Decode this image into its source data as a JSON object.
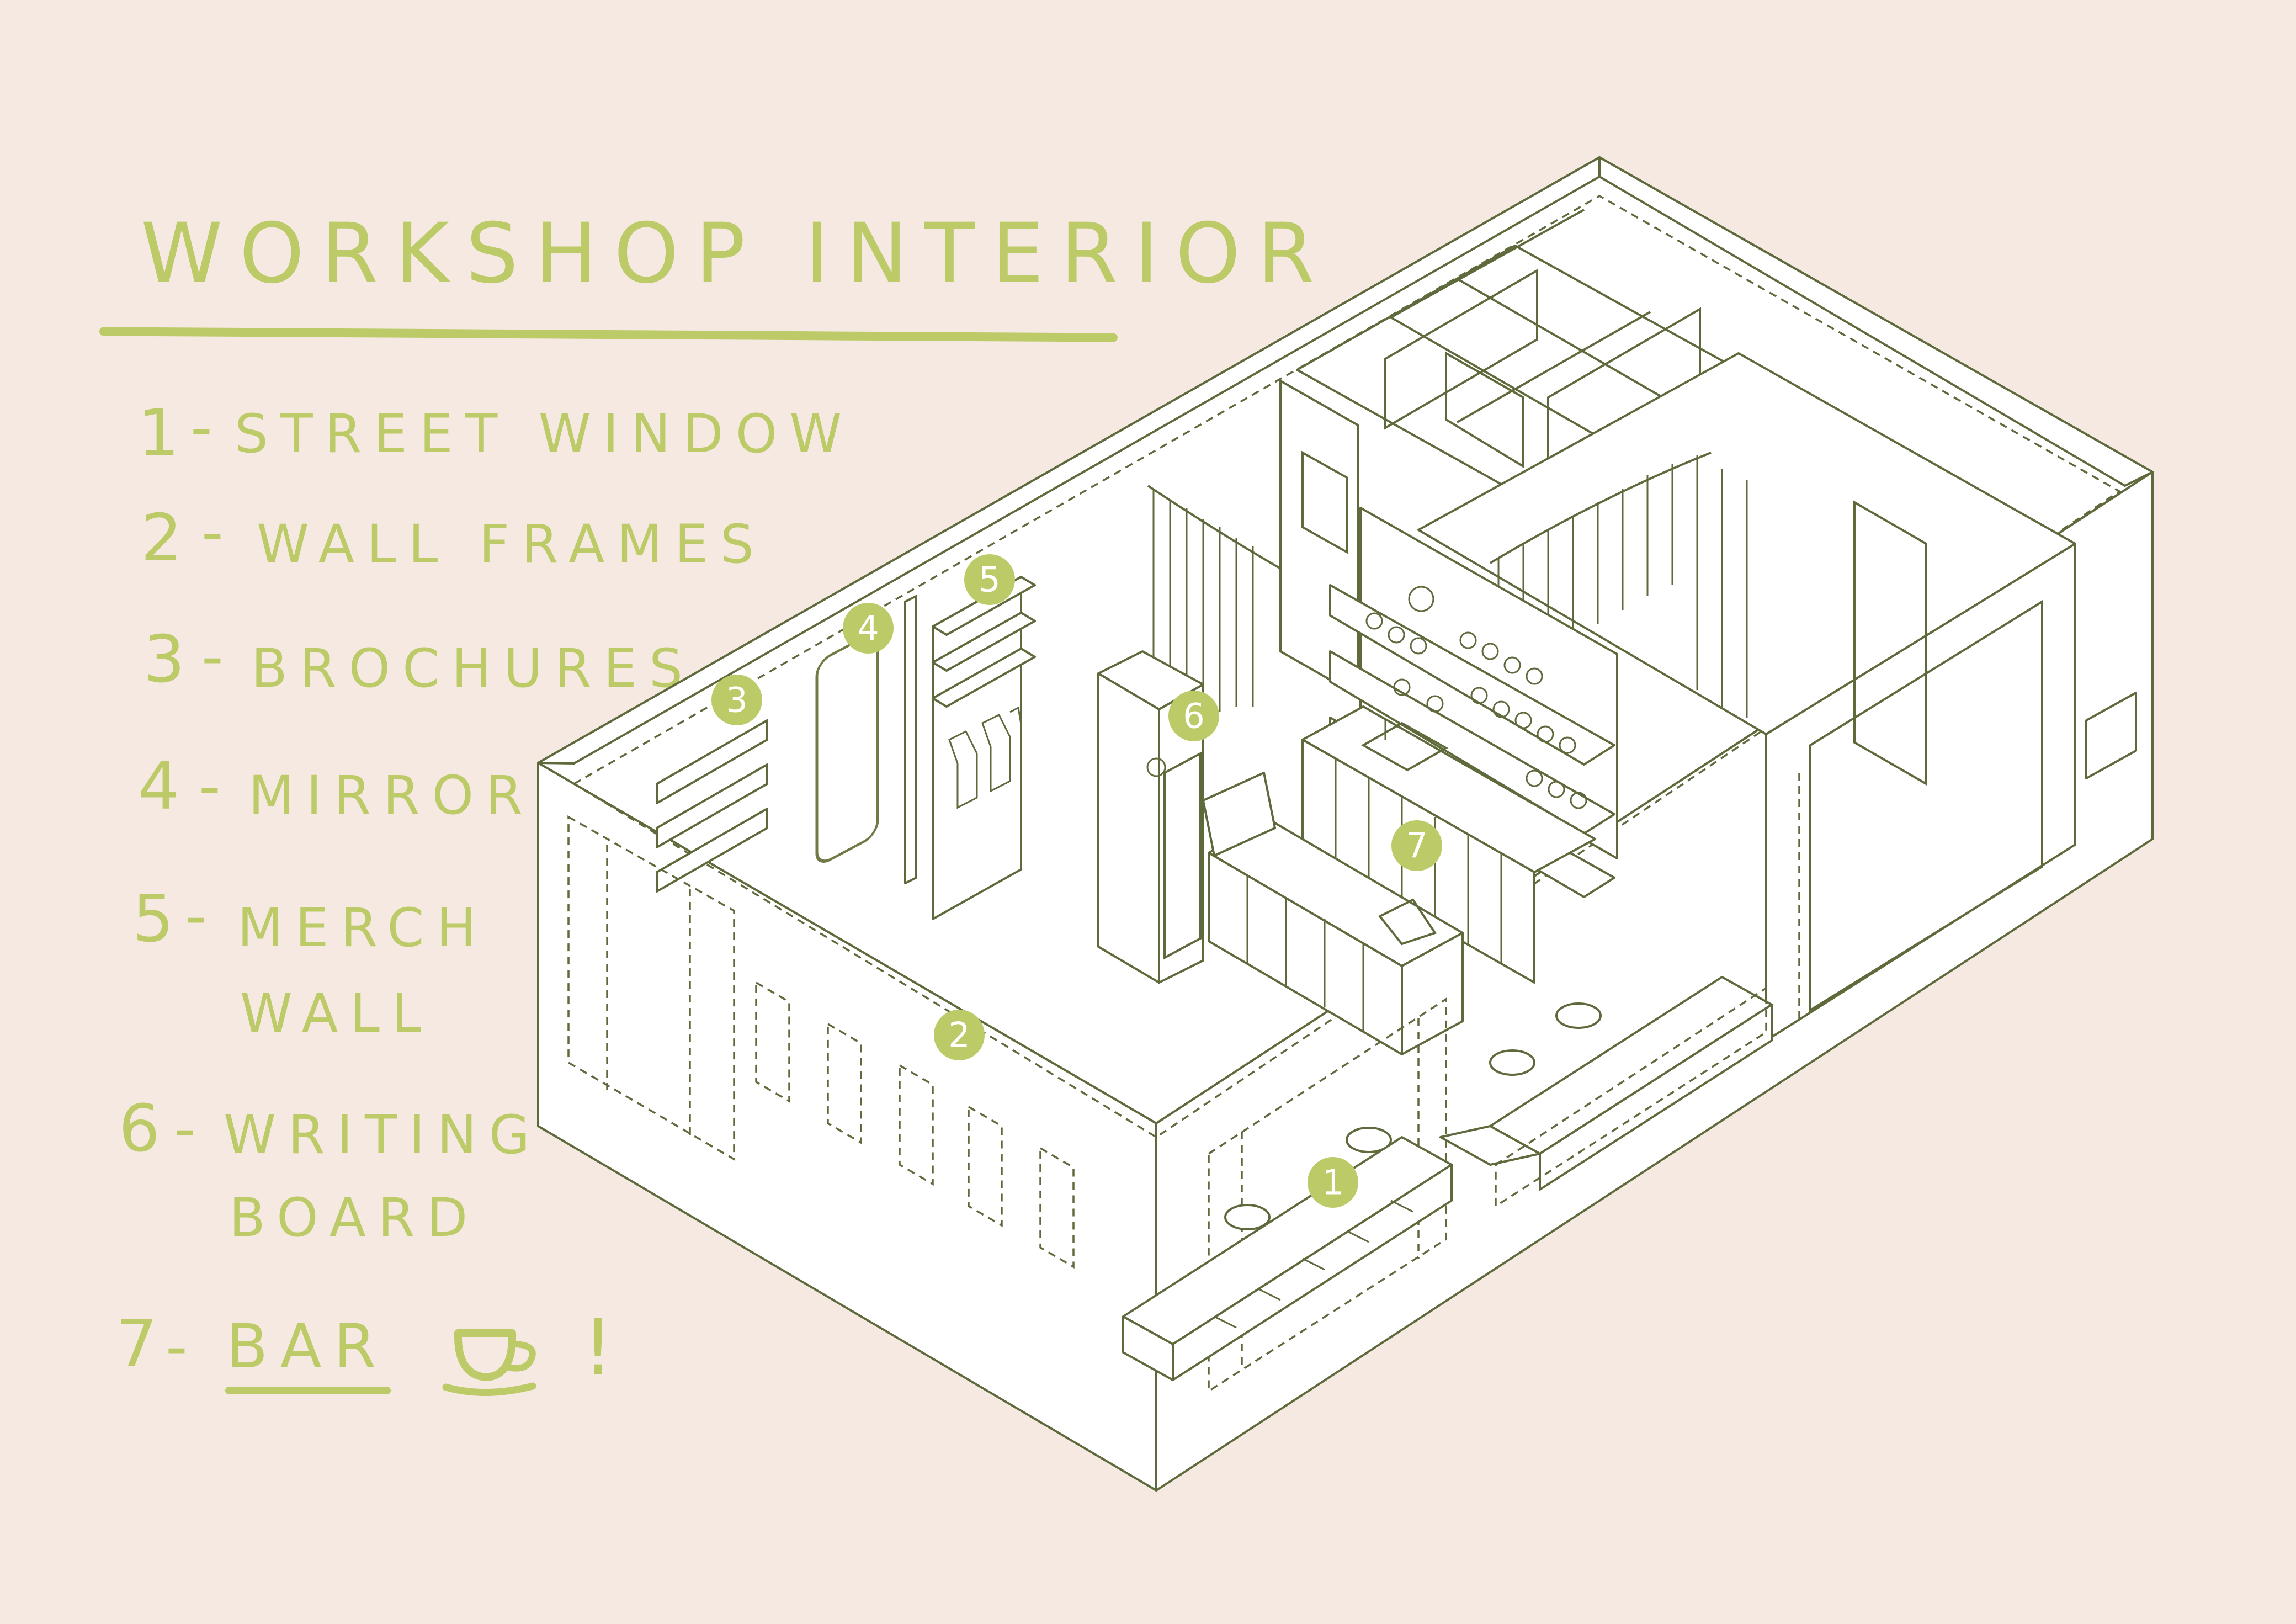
{
  "title": "WORKSHOP INTERIOR",
  "legend": [
    {
      "num": "1",
      "dash": "-",
      "label": "STREET WINDOW"
    },
    {
      "num": "2",
      "dash": "-",
      "label": "WALL FRAMES"
    },
    {
      "num": "3",
      "dash": "-",
      "label": "BROCHURES"
    },
    {
      "num": "4",
      "dash": "-",
      "label": "MIRROR"
    },
    {
      "num": "5",
      "dash": "-",
      "label_line1": "MERCH",
      "label_line2": "WALL"
    },
    {
      "num": "6",
      "dash": "-",
      "label_line1": "WRITING",
      "label_line2": "BOARD"
    },
    {
      "num": "7",
      "dash": "-",
      "label": "BAR",
      "extra": "!"
    }
  ],
  "markers": [
    "1",
    "2",
    "3",
    "4",
    "5",
    "6",
    "7"
  ],
  "colors": {
    "background": "#f6e9e1",
    "accent": "#bccb68",
    "line": "#5e6a3c",
    "fill": "#ffffff"
  },
  "icons": [
    "coffee-cup-icon"
  ]
}
